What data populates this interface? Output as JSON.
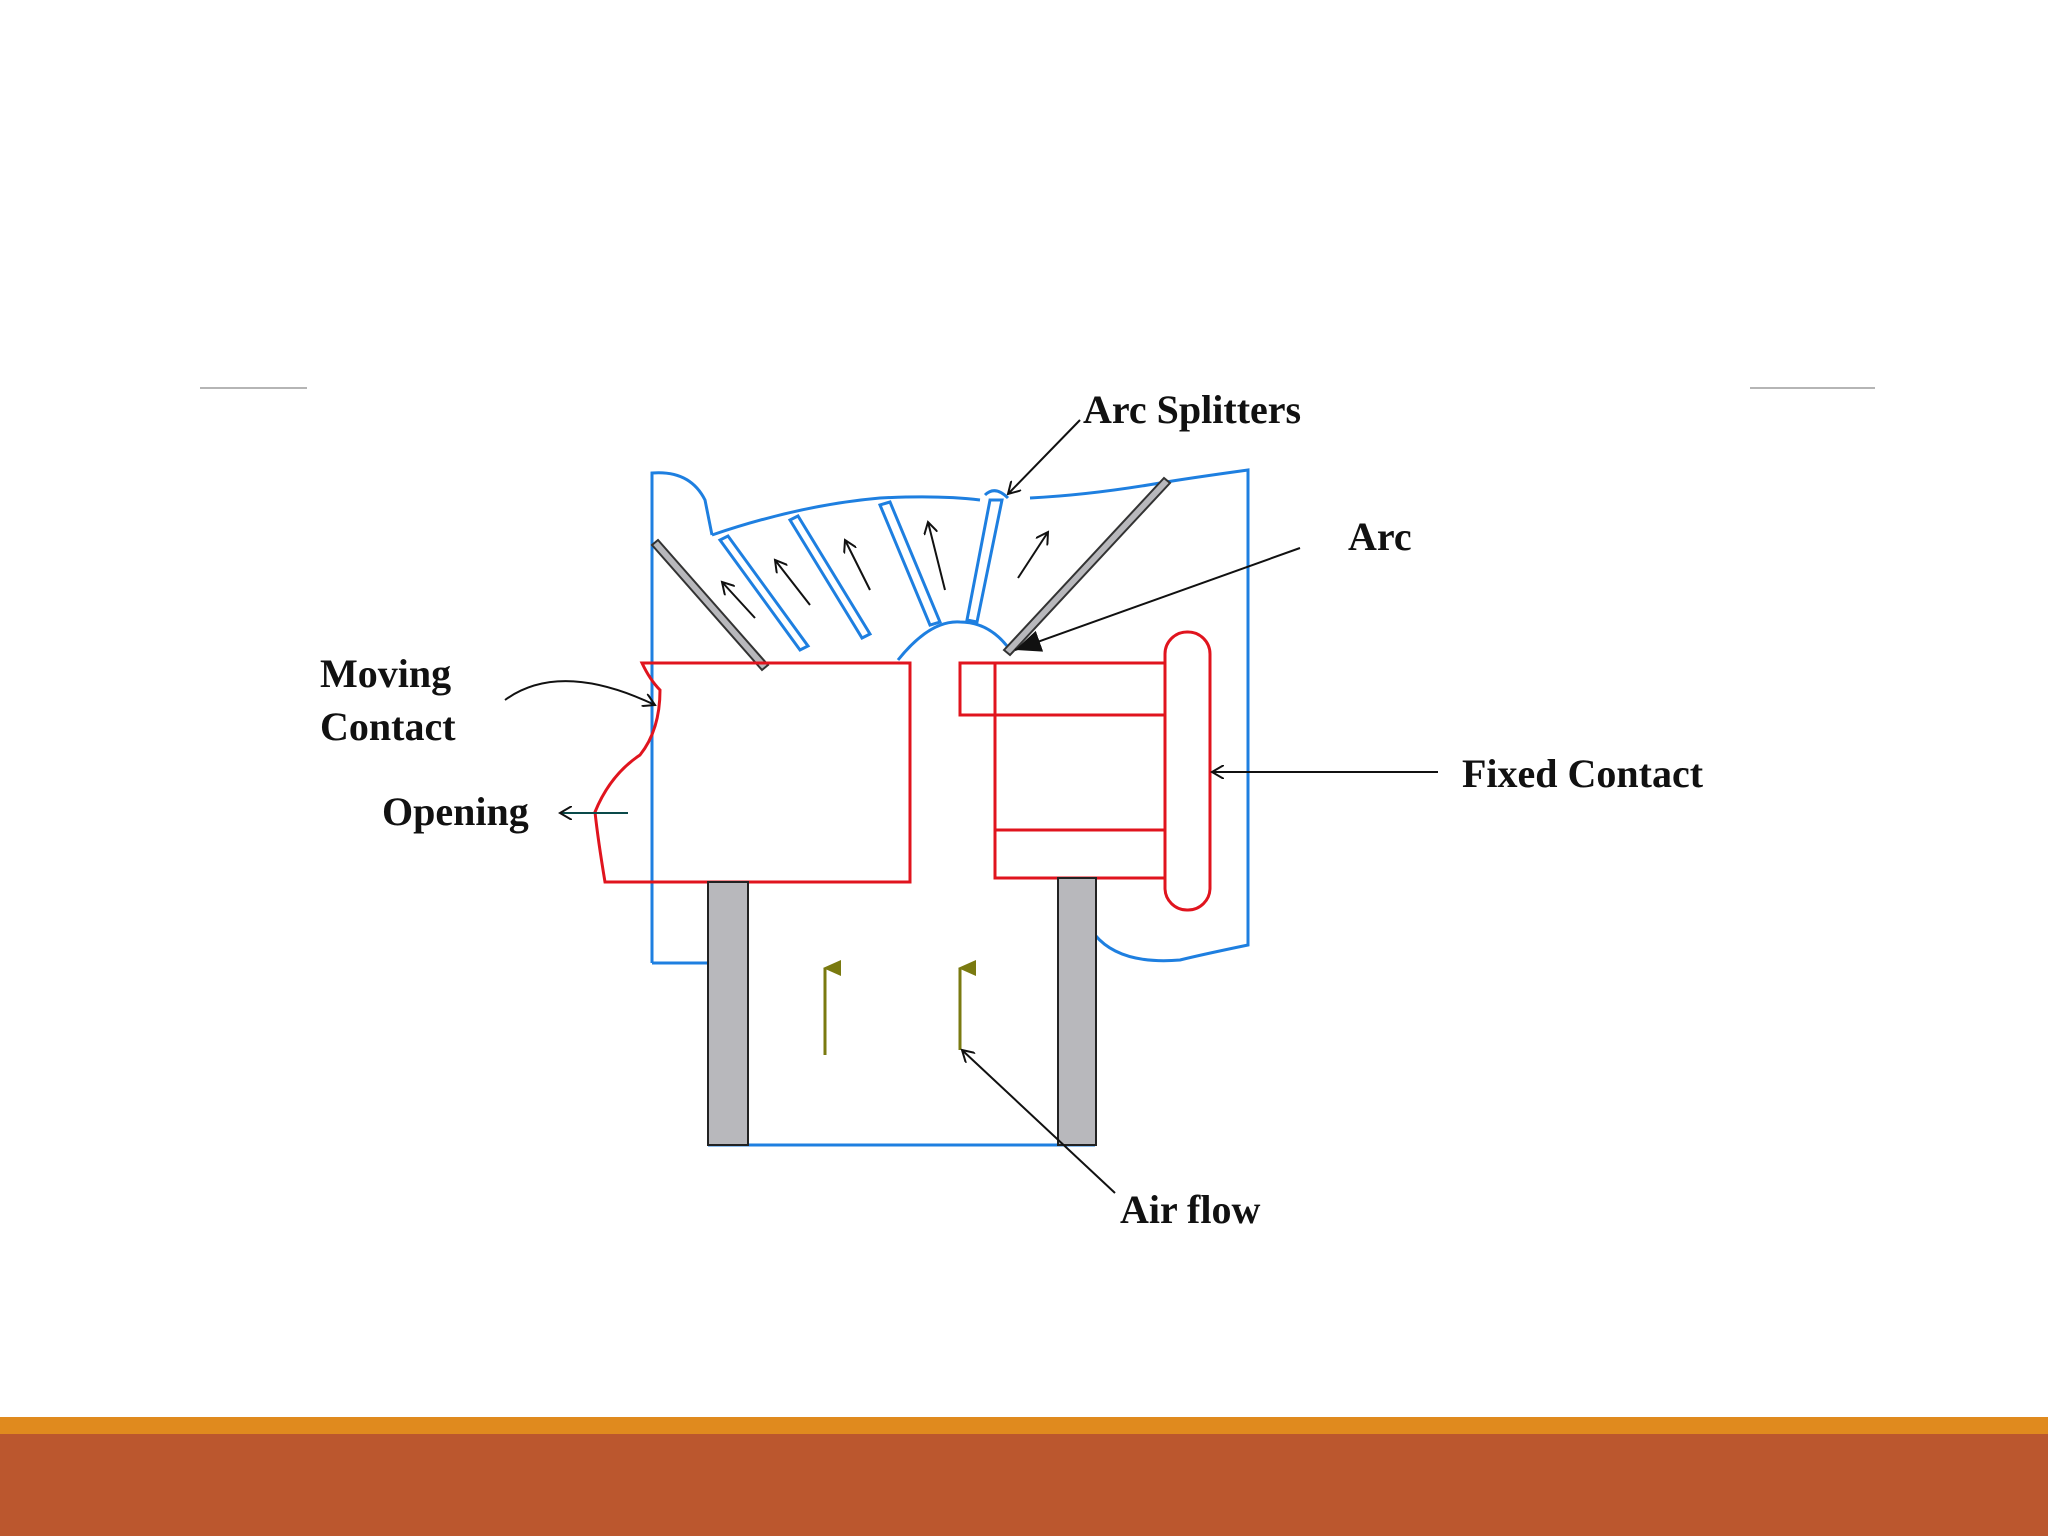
{
  "diagram": {
    "labels": {
      "arc_splitters": "Arc Splitters",
      "arc": "Arc",
      "moving_contact_line1": "Moving",
      "moving_contact_line2": "Contact",
      "opening": "Opening",
      "fixed_contact": "Fixed Contact",
      "air_flow": "Air flow"
    },
    "colors": {
      "chamber_outline": "#1e7fe0",
      "contact_outline": "#e0141e",
      "insulator_fill": "#b8b8bc",
      "airflow_arrow": "#7a7a10",
      "leader_line": "#111111"
    }
  },
  "footer": {
    "band_color_top": "#e08a1e",
    "band_color_bottom": "#bb572e"
  }
}
